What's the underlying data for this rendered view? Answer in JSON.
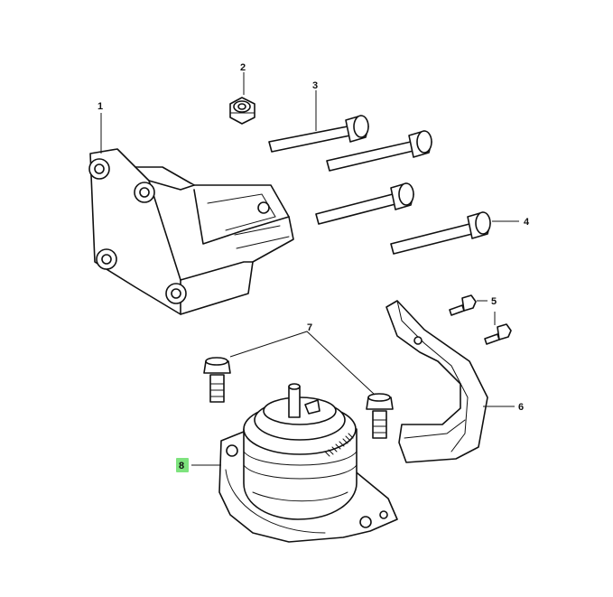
{
  "diagram": {
    "callouts": [
      {
        "id": "1",
        "part": "bracket"
      },
      {
        "id": "2",
        "part": "nut"
      },
      {
        "id": "3",
        "part": "bolt"
      },
      {
        "id": "4",
        "part": "bolt"
      },
      {
        "id": "5",
        "part": "small-bolt"
      },
      {
        "id": "6",
        "part": "heat-shield"
      },
      {
        "id": "7",
        "part": "mount-bolt"
      },
      {
        "id": "8",
        "part": "engine-mount",
        "highlighted": true
      }
    ],
    "highlight_color": "#7ee37e"
  }
}
